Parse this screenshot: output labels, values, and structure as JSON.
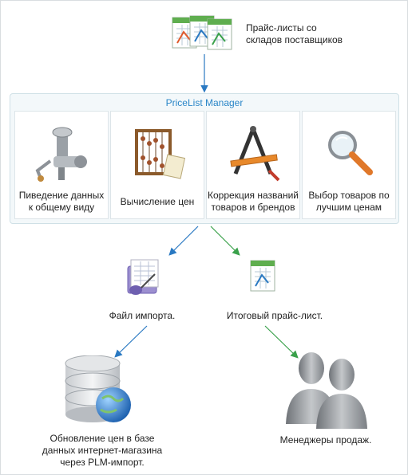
{
  "source": {
    "label": "Прайс-листы со складов поставщиков",
    "label_line1": "Прайс-листы со",
    "label_line2": "складов поставщиков",
    "icon": "spreadsheet-stack-icon"
  },
  "manager": {
    "title": "PriceList Manager",
    "cards": [
      {
        "line1": "Пиведение данных",
        "line2": "к общему виду",
        "icon": "meat-grinder-icon"
      },
      {
        "line1": "Вычисление цен",
        "line2": "",
        "icon": "abacus-icon"
      },
      {
        "line1": "Коррекция названий",
        "line2": "товаров и брендов",
        "icon": "drafting-tools-icon"
      },
      {
        "line1": "Выбор товаров по",
        "line2": "лучшим ценам",
        "icon": "magnifier-icon"
      }
    ]
  },
  "outputs": {
    "import_file": {
      "label": "Файл импорта.",
      "icon": "import-file-icon"
    },
    "final_list": {
      "label": "Итоговый прайс-лист.",
      "icon": "spreadsheet-icon"
    }
  },
  "destinations": {
    "database": {
      "line1": "Обновление цен в базе",
      "line2": "данных интернет-магазина",
      "line3": "через PLM-импорт.",
      "icon": "database-globe-icon"
    },
    "managers": {
      "label": "Менеджеры продаж.",
      "icon": "people-icon"
    }
  },
  "colors": {
    "blue_arrow": "#2a79c2",
    "green_arrow": "#3aa14b",
    "title_blue": "#2a86c8"
  }
}
